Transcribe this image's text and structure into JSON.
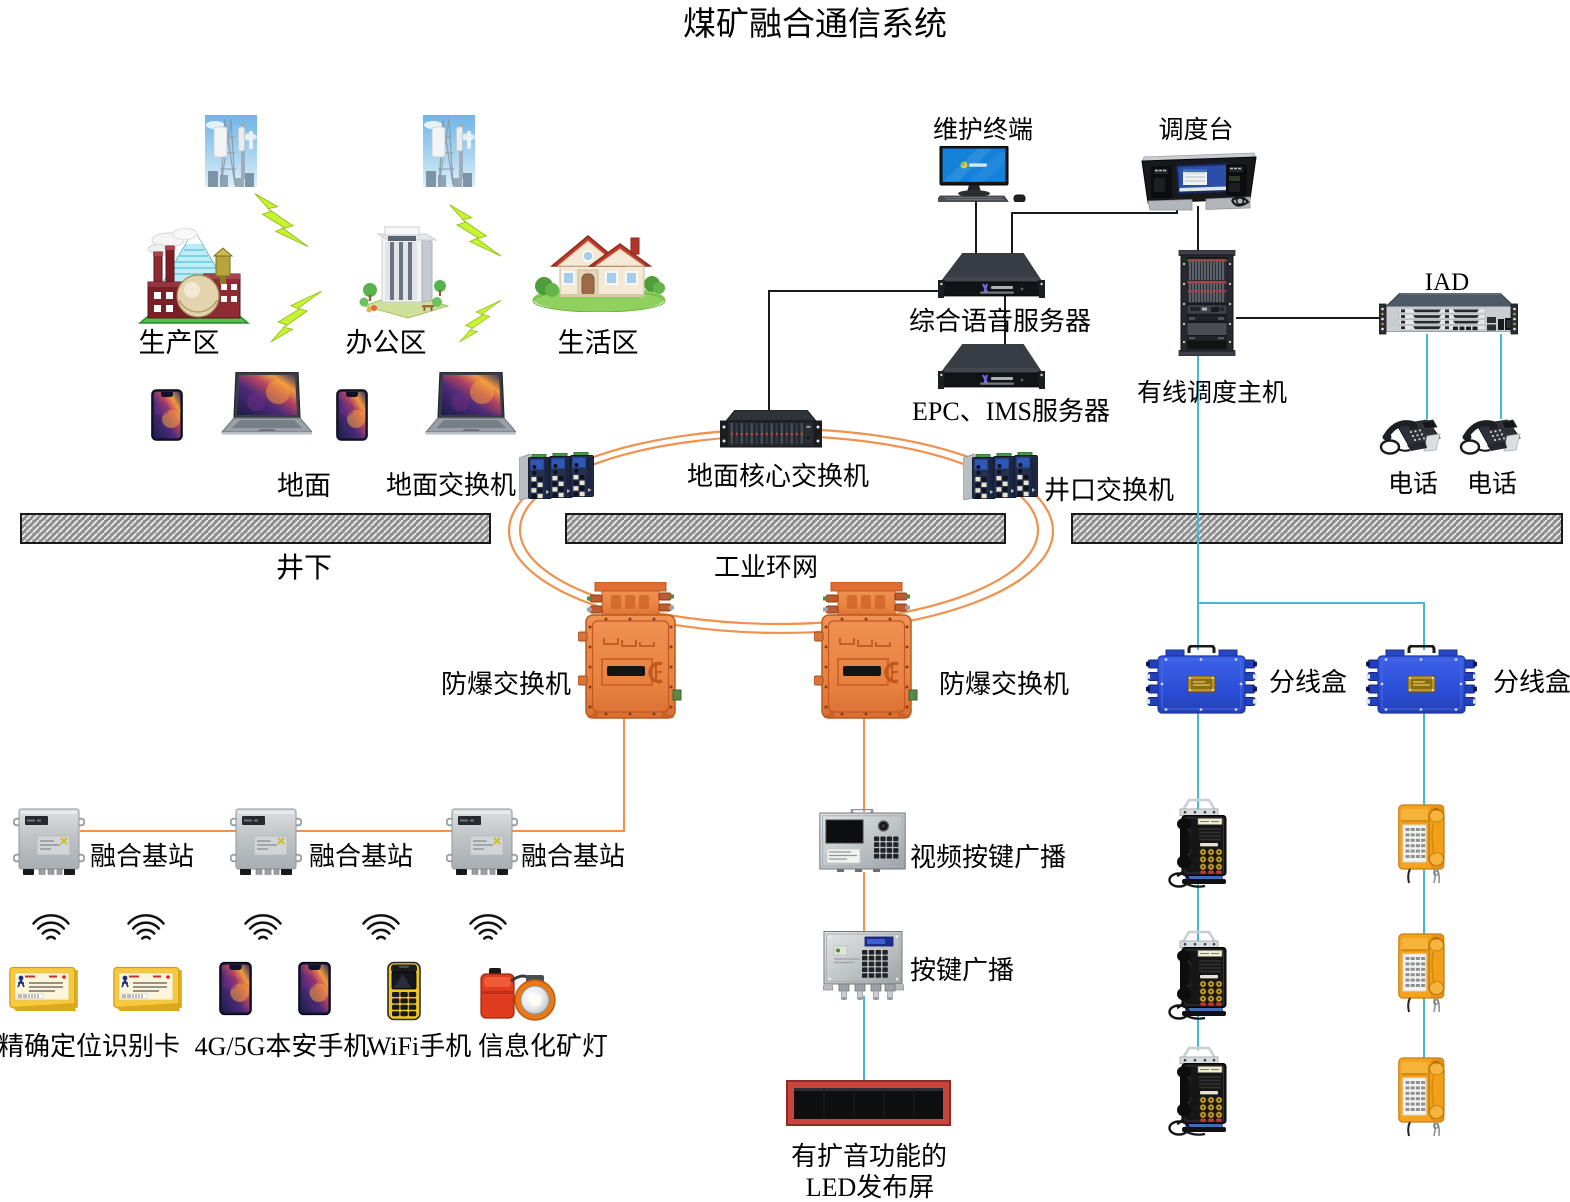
{
  "title": "煤矿融合通信系统",
  "colors": {
    "ring_orange": "#f0914e",
    "fiber_cyan": "#45b8d4",
    "line_black": "#1a1a1a",
    "junction_blue": "#2b4ed8",
    "ep_switch_orange": "#e8803f",
    "bolt_green": "#c8f232",
    "led_frame_red": "#c8443c"
  },
  "surface": {
    "areas": [
      {
        "id": "production",
        "label": "生产区"
      },
      {
        "id": "office",
        "label": "办公区"
      },
      {
        "id": "living",
        "label": "生活区"
      }
    ],
    "ground_devices_label": "地面",
    "surface_switch_label": "地面交换机",
    "core_switch_label": "地面核心交换机",
    "wellhead_switch_label": "井口交换机",
    "maintenance_terminal_label": "维护终端",
    "dispatch_console_label": "调度台",
    "voice_server_label": "综合语音服务器",
    "epc_ims_server_label": "EPC、IMS服务器",
    "wired_dispatch_host_label": "有线调度主机",
    "iad_label": "IAD",
    "telephone_labels": [
      "电话",
      "电话"
    ]
  },
  "underground": {
    "zone_label": "井下",
    "ring_label": "工业环网",
    "ep_switch_labels": [
      "防爆交换机",
      "防爆交换机"
    ],
    "base_station_labels": [
      "融合基站",
      "融合基站",
      "融合基站"
    ],
    "junction_box_labels": [
      "分线盒",
      "分线盒"
    ],
    "positioning_card_label": "精确定位识别卡",
    "mobile_4g5g_label": "4G/5G本安手机",
    "wifi_phone_label": "WiFi手机",
    "mine_lamp_label": "信息化矿灯",
    "video_broadcast_label": "视频按键广播",
    "key_broadcast_label": "按键广播",
    "led_screen_label_line1": "有扩音功能的",
    "led_screen_label_line2": "LED发布屏"
  }
}
